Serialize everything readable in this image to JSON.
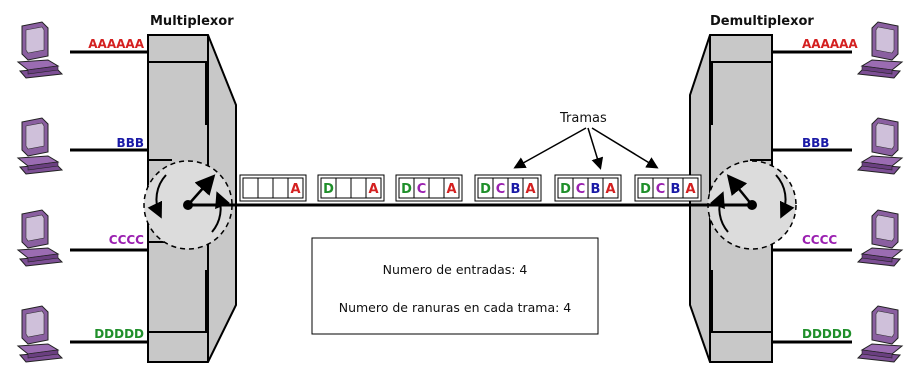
{
  "multiplexer": {
    "title": "Multiplexor"
  },
  "demultiplexer": {
    "title": "Demultiplexor"
  },
  "inputs": [
    {
      "text": "AAAAAA",
      "color": "#d42020"
    },
    {
      "text": "BBB",
      "color": "#1a1aa6"
    },
    {
      "text": "CCCC",
      "color": "#9a1fb0"
    },
    {
      "text": "DDDDD",
      "color": "#1f8f2a"
    }
  ],
  "outputs": [
    {
      "text": "AAAAAA",
      "color": "#d42020"
    },
    {
      "text": "BBB",
      "color": "#1a1aa6"
    },
    {
      "text": "CCCC",
      "color": "#9a1fb0"
    },
    {
      "text": "DDDDD",
      "color": "#1f8f2a"
    }
  ],
  "frames": [
    [
      "",
      "",
      "",
      "A"
    ],
    [
      "D",
      "",
      "",
      "A"
    ],
    [
      "D",
      "C",
      "",
      "A"
    ],
    [
      "D",
      "C",
      "B",
      "A"
    ],
    [
      "D",
      "C",
      "B",
      "A"
    ],
    [
      "D",
      "C",
      "B",
      "A"
    ]
  ],
  "slot_colors": {
    "A": "#d42020",
    "B": "#1a1aa6",
    "C": "#9a1fb0",
    "D": "#1f8f2a"
  },
  "tramas_label": "Tramas",
  "info": {
    "line1": "Numero de entradas: 4",
    "line2": "Numero de ranuras en cada trama: 4"
  },
  "icons": {
    "computer": "computer-icon"
  },
  "colors": {
    "device_fill": "#c8c8c8",
    "computer": "#8a5fa0"
  }
}
